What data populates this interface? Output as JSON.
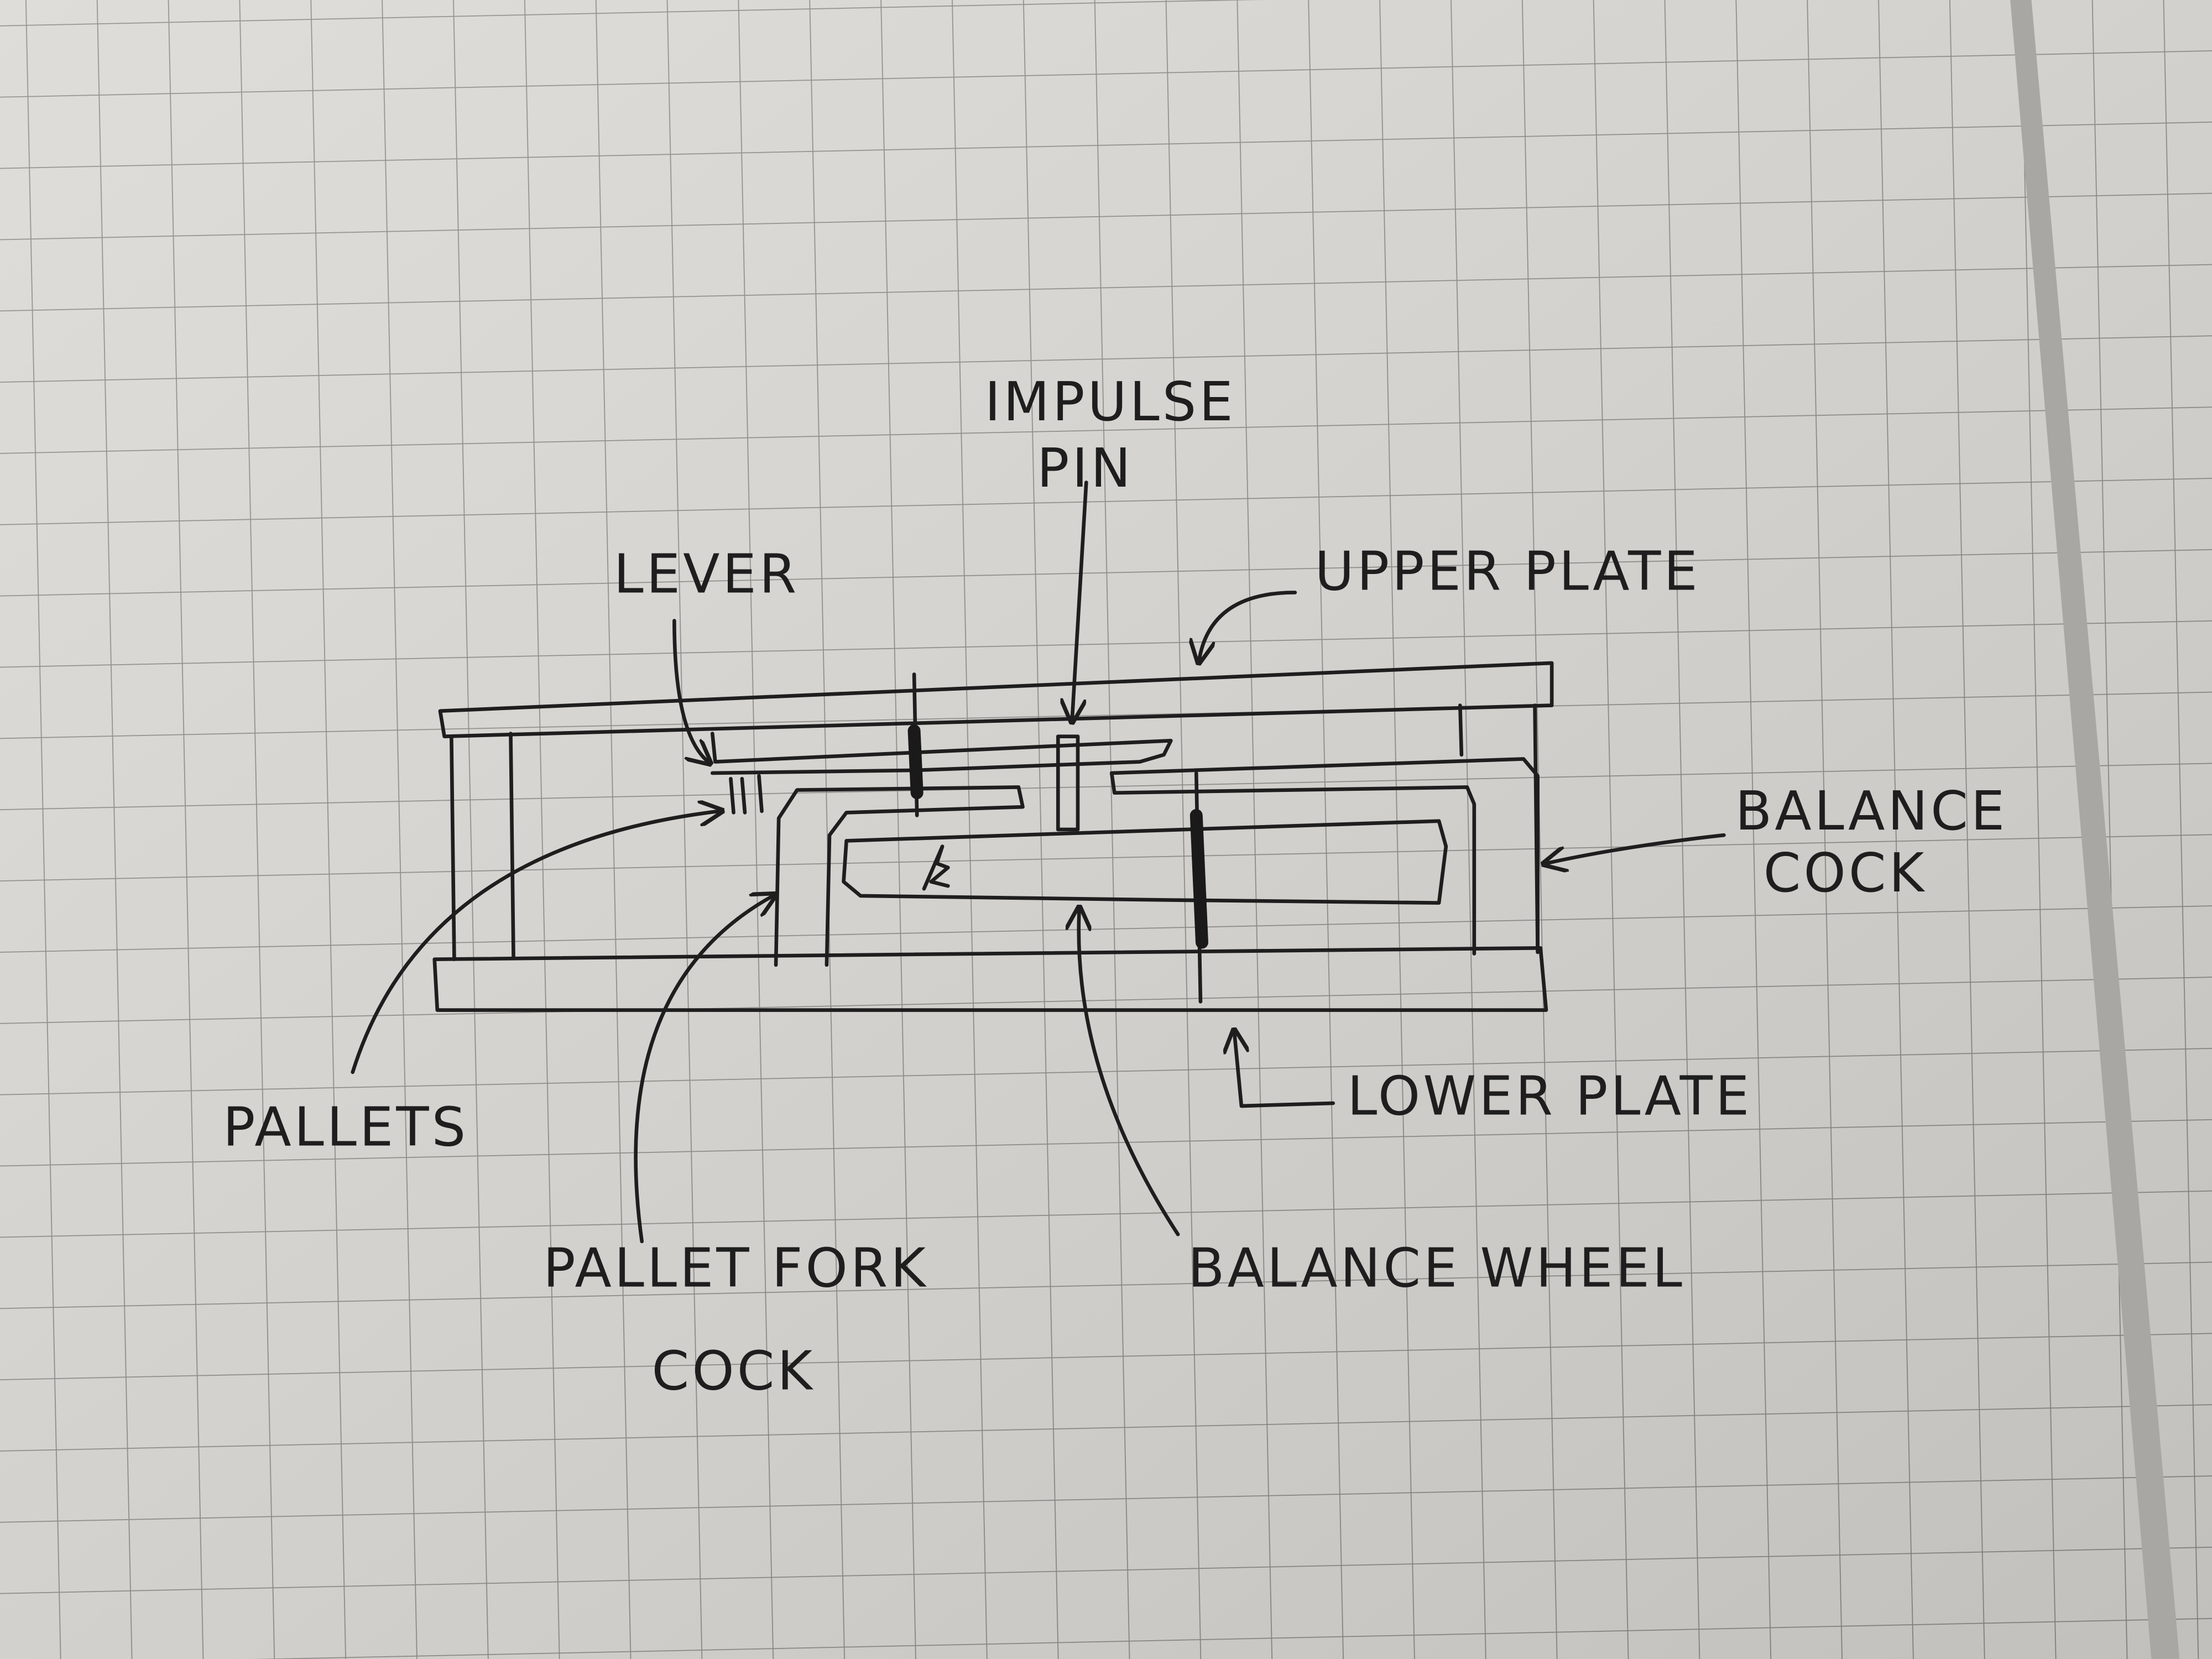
{
  "diagram": {
    "labels": {
      "impulse_pin_line1": "IMPULSE",
      "impulse_pin_line2": "PIN",
      "lever": "LEVER",
      "upper_plate": "UPPER PLATE",
      "balance_cock_line1": "BALANCE",
      "balance_cock_line2": "COCK",
      "pallets": "PALLETS",
      "pallet_fork_cock_line1": "PALLET  FORK",
      "pallet_fork_cock_line2": "COCK",
      "balance_wheel": "BALANCE WHEEL",
      "lower_plate": "LOWER PLATE"
    },
    "colors": {
      "paper": "#dcdad6",
      "grid": "#8f8d8a",
      "ink": "#1e1e1e"
    }
  }
}
